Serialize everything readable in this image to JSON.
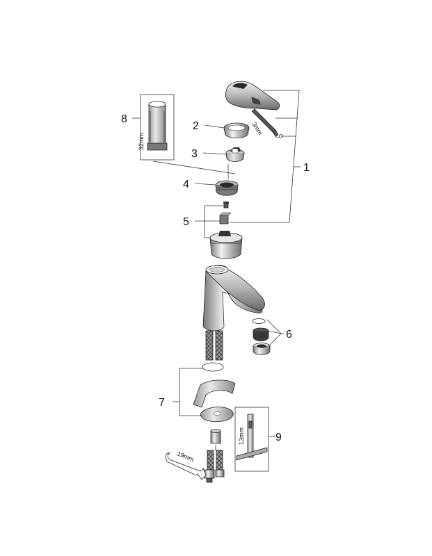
{
  "callouts": {
    "c1": "1",
    "c2": "2",
    "c3": "3",
    "c4": "4",
    "c5": "5",
    "c6": "6",
    "c7": "7",
    "c8": "8",
    "c9": "9"
  },
  "dimensions": {
    "hex_key": "3mm",
    "tool_8": "32mm",
    "tool_9": "13mm",
    "spanner": "19mm"
  },
  "colors": {
    "line": "#333333",
    "chrome_dark": "#8c8c8c",
    "chrome_light": "#e6e6e6",
    "black_part": "#2a2a2a"
  }
}
